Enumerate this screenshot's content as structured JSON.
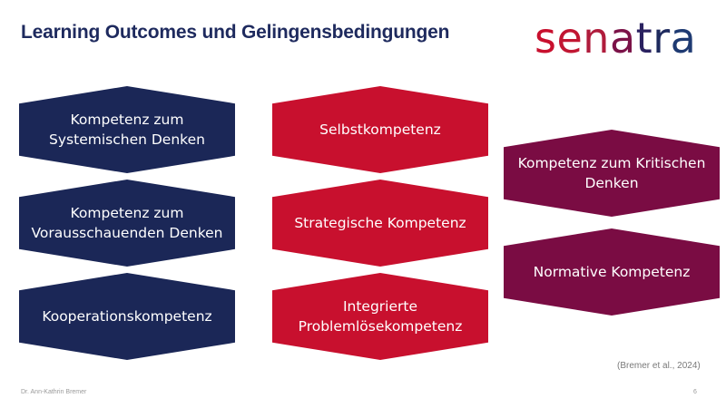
{
  "slide": {
    "title": "Learning Outcomes und Gelingensbedingungen",
    "logo": {
      "text": "senatra",
      "letters": [
        {
          "char": "s",
          "color": "#c8102e"
        },
        {
          "char": "e",
          "color": "#c11632"
        },
        {
          "char": "n",
          "color": "#b01c3c"
        },
        {
          "char": "a",
          "color": "#7b1248"
        },
        {
          "char": "t",
          "color": "#2a2160"
        },
        {
          "char": "r",
          "color": "#1e2a5e"
        },
        {
          "char": "a",
          "color": "#1e3a72"
        }
      ]
    },
    "colors": {
      "navy": "#1b2757",
      "red": "#c8102e",
      "maroon": "#7a0c43",
      "title": "#1e2a5e"
    },
    "competencies": {
      "column1": [
        {
          "label": "Kompetenz zum Systemischen Denken",
          "lines": [
            "Kompetenz zum",
            "Systemischen Denken"
          ]
        },
        {
          "label": "Kompetenz zum Vorausschauenden Denken",
          "lines": [
            "Kompetenz zum",
            "Vorausschauenden Denken"
          ]
        },
        {
          "label": "Kooperationskompetenz",
          "lines": [
            "Kooperationskompetenz"
          ]
        }
      ],
      "column2": [
        {
          "label": "Selbstkompetenz",
          "lines": [
            "Selbstkompetenz"
          ]
        },
        {
          "label": "Strategische Kompetenz",
          "lines": [
            "Strategische Kompetenz"
          ]
        },
        {
          "label": "Integrierte Problemlösekompetenz",
          "lines": [
            "Integrierte",
            "Problemlösekompetenz"
          ]
        }
      ],
      "column3": [
        {
          "label": "Kompetenz zum Kritischen Denken",
          "lines": [
            "Kompetenz zum Kritischen",
            "Denken"
          ]
        },
        {
          "label": "Normative Kompetenz",
          "lines": [
            "Normative Kompetenz"
          ]
        }
      ]
    },
    "source": "(Bremer et al., 2024)",
    "footer": {
      "author": "Dr. Ann-Kathrin Bremer",
      "page_number": "6"
    }
  }
}
